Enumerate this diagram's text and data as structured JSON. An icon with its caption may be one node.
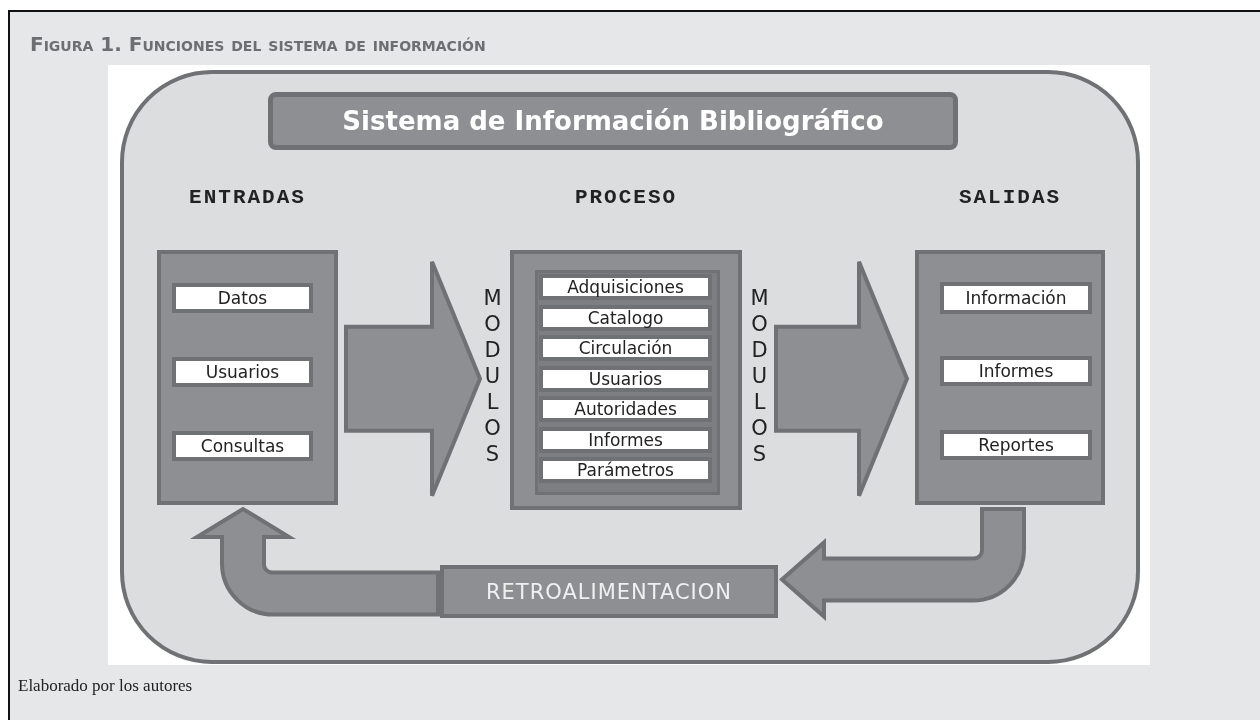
{
  "diagram": {
    "title": "Figura 1. Funciones del sistema de información",
    "caption": "Elaborado por los autores",
    "nodes": [
      {
        "text": [
          "Sistema de Información Bibliográfico"
        ]
      },
      {
        "text": [
          "ENTRADAS"
        ]
      },
      {
        "text": [
          "Datos"
        ],
        "in": 1
      },
      {
        "text": [
          "Usuarios"
        ],
        "in": 1
      },
      {
        "text": [
          "Consultas"
        ],
        "in": 1
      },
      {
        "text": [
          "PROCESO"
        ]
      },
      {
        "text": [
          "Adquisiciones"
        ],
        "in": 5
      },
      {
        "text": [
          "Catalogo"
        ],
        "in": 5
      },
      {
        "text": [
          "Circulación"
        ],
        "in": 5
      },
      {
        "text": [
          "Usuarios"
        ],
        "in": 5
      },
      {
        "text": [
          "Autoridades"
        ],
        "in": 5
      },
      {
        "text": [
          "Informes"
        ],
        "in": 5
      },
      {
        "text": [
          "Parámetros"
        ],
        "in": 5
      },
      {
        "text": [
          "SALIDAS"
        ]
      },
      {
        "text": [
          "Información"
        ],
        "in": 13
      },
      {
        "text": [
          "Informes"
        ],
        "in": 13
      },
      {
        "text": [
          "Reportes"
        ],
        "in": 13
      },
      {
        "text": [
          "RETROALIMENTACION"
        ]
      }
    ],
    "edges": [
      {
        "from": 1,
        "to": 5,
        "arrow": "to"
      },
      {
        "from": 5,
        "to": 13,
        "arrow": "to"
      },
      {
        "from": 13,
        "to": 17,
        "arrow": "to"
      },
      {
        "from": 17,
        "to": 1,
        "arrow": "to"
      }
    ],
    "labels": [
      "MODULOS",
      "MODULOS"
    ]
  }
}
